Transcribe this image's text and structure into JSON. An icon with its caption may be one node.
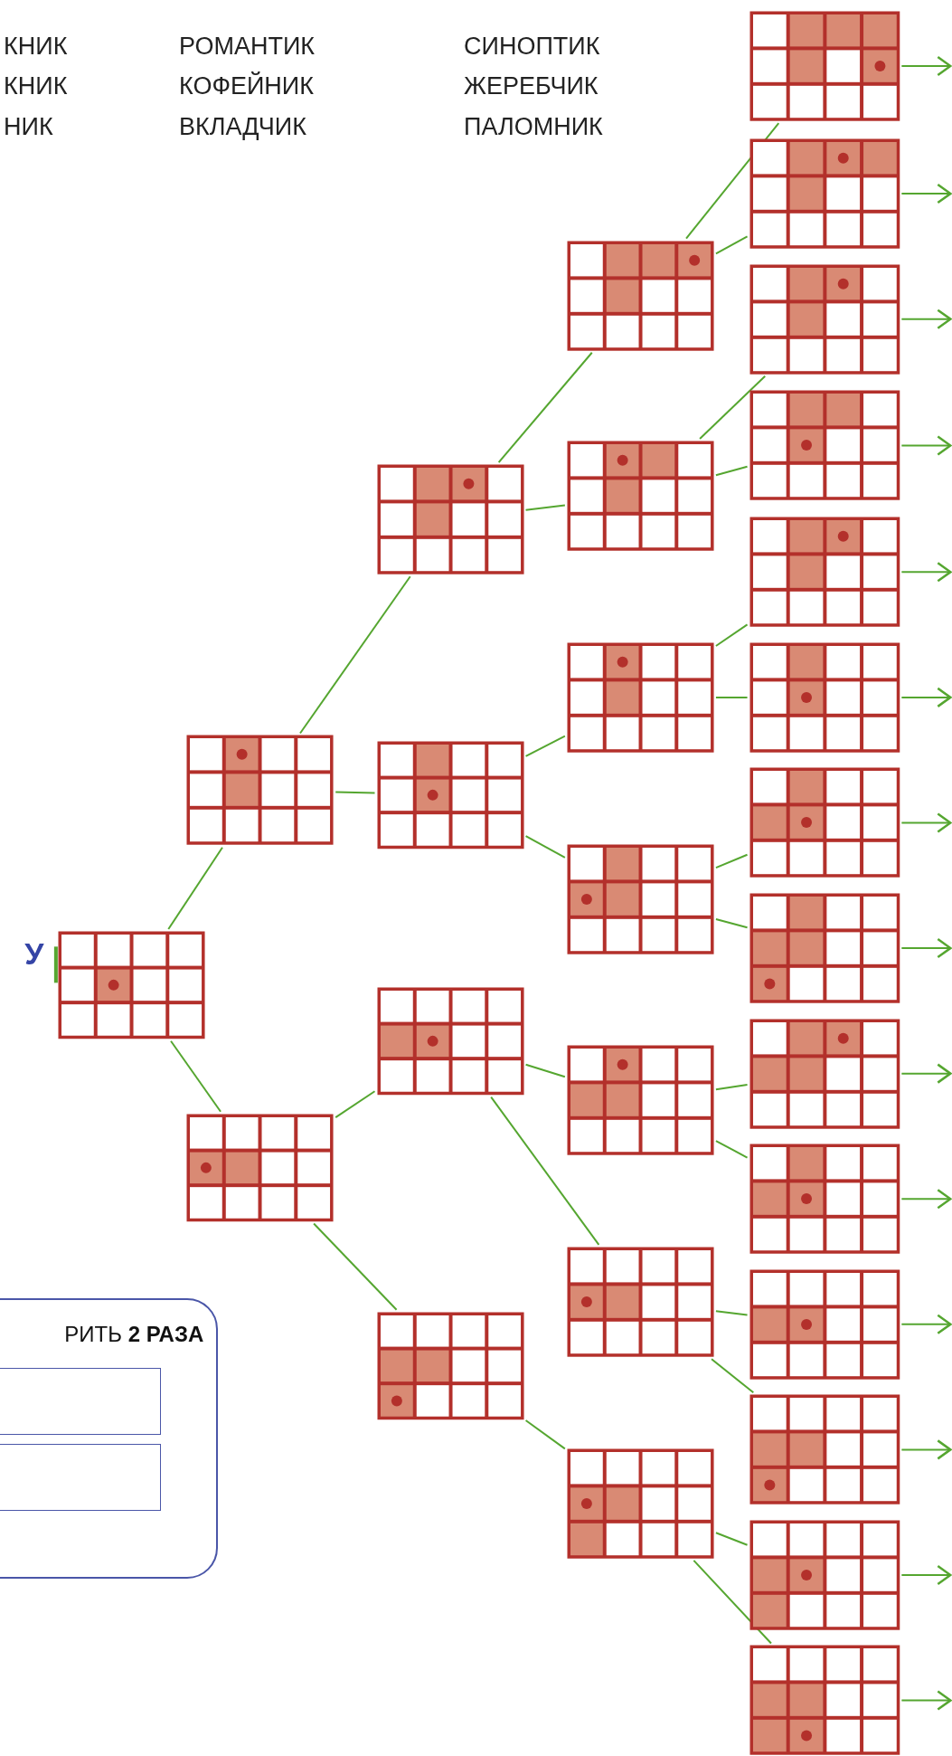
{
  "diagram": {
    "nodes": [
      {
        "text": [
          "У"
        ]
      },
      {
        "text": [],
        "shape": "grid"
      },
      {
        "text": [],
        "shape": "grid"
      },
      {
        "text": [],
        "shape": "grid"
      },
      {
        "text": [],
        "shape": "grid"
      },
      {
        "text": [],
        "shape": "grid"
      },
      {
        "text": [],
        "shape": "grid"
      },
      {
        "text": [],
        "shape": "grid"
      },
      {
        "text": [],
        "shape": "grid"
      },
      {
        "text": [],
        "shape": "grid"
      },
      {
        "text": [],
        "shape": "grid"
      },
      {
        "text": [],
        "shape": "grid"
      },
      {
        "text": [],
        "shape": "grid"
      },
      {
        "text": [],
        "shape": "grid"
      },
      {
        "text": [],
        "shape": "grid"
      },
      {
        "text": [],
        "shape": "grid"
      },
      {
        "text": [],
        "shape": "grid"
      },
      {
        "text": [],
        "shape": "grid"
      },
      {
        "text": [],
        "shape": "grid"
      },
      {
        "text": [],
        "shape": "grid"
      },
      {
        "text": [],
        "shape": "grid"
      },
      {
        "text": [],
        "shape": "grid"
      },
      {
        "text": [],
        "shape": "grid"
      },
      {
        "text": [],
        "shape": "grid"
      },
      {
        "text": [],
        "shape": "grid"
      },
      {
        "text": [],
        "shape": "grid"
      },
      {
        "text": [],
        "shape": "grid"
      },
      {
        "text": [],
        "shape": "grid"
      },
      {
        "text": [],
        "shape": "grid"
      },
      {
        "text": [
          "РИТЬ **2** **РАЗА**"
        ]
      },
      {
        "text": [],
        "shape": "box",
        "in": 29
      },
      {
        "text": [],
        "shape": "box",
        "in": 29
      }
    ],
    "edges": [
      {
        "from": 0,
        "to": 1,
        "arrow": "other"
      },
      {
        "from": 1,
        "to": 2,
        "arrow": "none"
      },
      {
        "from": 1,
        "to": 3,
        "arrow": "none"
      },
      {
        "from": 2,
        "to": 4,
        "arrow": "none"
      },
      {
        "from": 2,
        "to": 5,
        "arrow": "none"
      },
      {
        "from": 3,
        "to": 6,
        "arrow": "none"
      },
      {
        "from": 3,
        "to": 7,
        "arrow": "none"
      },
      {
        "from": 4,
        "to": 8,
        "arrow": "none"
      },
      {
        "from": 4,
        "to": 9,
        "arrow": "none"
      },
      {
        "from": 5,
        "to": 10,
        "arrow": "none"
      },
      {
        "from": 5,
        "to": 11,
        "arrow": "none"
      },
      {
        "from": 6,
        "to": 12,
        "arrow": "none"
      },
      {
        "from": 6,
        "to": 13,
        "arrow": "none"
      },
      {
        "from": 7,
        "to": 14,
        "arrow": "none"
      },
      {
        "from": 8,
        "to": 15,
        "arrow": "none"
      },
      {
        "from": 8,
        "to": 16,
        "arrow": "none"
      },
      {
        "from": 9,
        "to": 17,
        "arrow": "none"
      },
      {
        "from": 9,
        "to": 18,
        "arrow": "none"
      },
      {
        "from": 10,
        "to": 19,
        "arrow": "none"
      },
      {
        "from": 10,
        "to": 20,
        "arrow": "none"
      },
      {
        "from": 11,
        "to": 21,
        "arrow": "none"
      },
      {
        "from": 11,
        "to": 22,
        "arrow": "none"
      },
      {
        "from": 12,
        "to": 23,
        "arrow": "none"
      },
      {
        "from": 12,
        "to": 24,
        "arrow": "none"
      },
      {
        "from": 13,
        "to": 25,
        "arrow": "none"
      },
      {
        "from": 13,
        "to": 26,
        "arrow": "none"
      },
      {
        "from": 14,
        "to": 27,
        "arrow": "none"
      },
      {
        "from": 14,
        "to": 28,
        "arrow": "none"
      },
      {
        "from": 15,
        "to": null,
        "arrow": "to"
      },
      {
        "from": 16,
        "to": null,
        "arrow": "to"
      },
      {
        "from": 17,
        "to": null,
        "arrow": "to"
      },
      {
        "from": 18,
        "to": null,
        "arrow": "to"
      },
      {
        "from": 19,
        "to": null,
        "arrow": "to"
      },
      {
        "from": 20,
        "to": null,
        "arrow": "to"
      },
      {
        "from": 21,
        "to": null,
        "arrow": "to"
      },
      {
        "from": 22,
        "to": null,
        "arrow": "to"
      },
      {
        "from": 23,
        "to": null,
        "arrow": "to"
      },
      {
        "from": 24,
        "to": null,
        "arrow": "to"
      },
      {
        "from": 25,
        "to": null,
        "arrow": "to"
      },
      {
        "from": 26,
        "to": null,
        "arrow": "to"
      },
      {
        "from": 27,
        "to": null,
        "arrow": "to"
      },
      {
        "from": 28,
        "to": null,
        "arrow": "to"
      }
    ],
    "labels": [
      "КНИК",
      "РОМАНТИК",
      "СИНОПТИК",
      "КНИК",
      "КОФЕЙНИК",
      "ЖЕРЕБЧИК",
      "НИК",
      "ВКЛАДЧИК",
      "ПАЛОМНИК"
    ]
  }
}
